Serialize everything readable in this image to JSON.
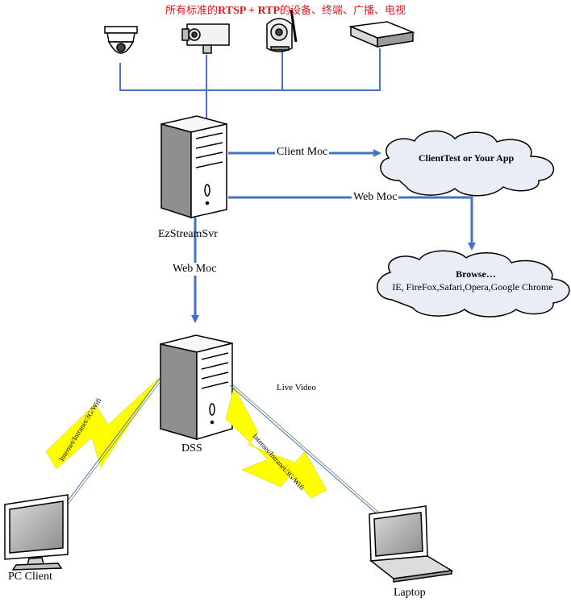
{
  "title": {
    "prefix": "所有标准的",
    "rtsp": "RTSP",
    "plus": " + ",
    "rtp": "RTP",
    "suffix": "的设备、终端、广播、电视"
  },
  "nodes": {
    "ezstream": "EzStreamSvr",
    "dss": "DSS",
    "pc": "PC Client",
    "laptop": "Laptop"
  },
  "links": {
    "client_moc": "Client Moc",
    "web_moc_right": "Web Moc",
    "web_moc_down": "Web Moc",
    "live_video": "Live Video",
    "network_left": "Internet/Intranet/3G/Wifi",
    "network_right": "Internet/Intranet/3G/Wifi"
  },
  "clouds": {
    "client_app": "ClientTest or Your App",
    "browse_title": "Browse…",
    "browse_list": "IE, FireFox,Safari,Opera,Google Chrome"
  },
  "colors": {
    "title": "#e8141c",
    "connector": "#4472c4",
    "cloud_fill": "#e9edf6",
    "lightning": "#ffff00"
  }
}
